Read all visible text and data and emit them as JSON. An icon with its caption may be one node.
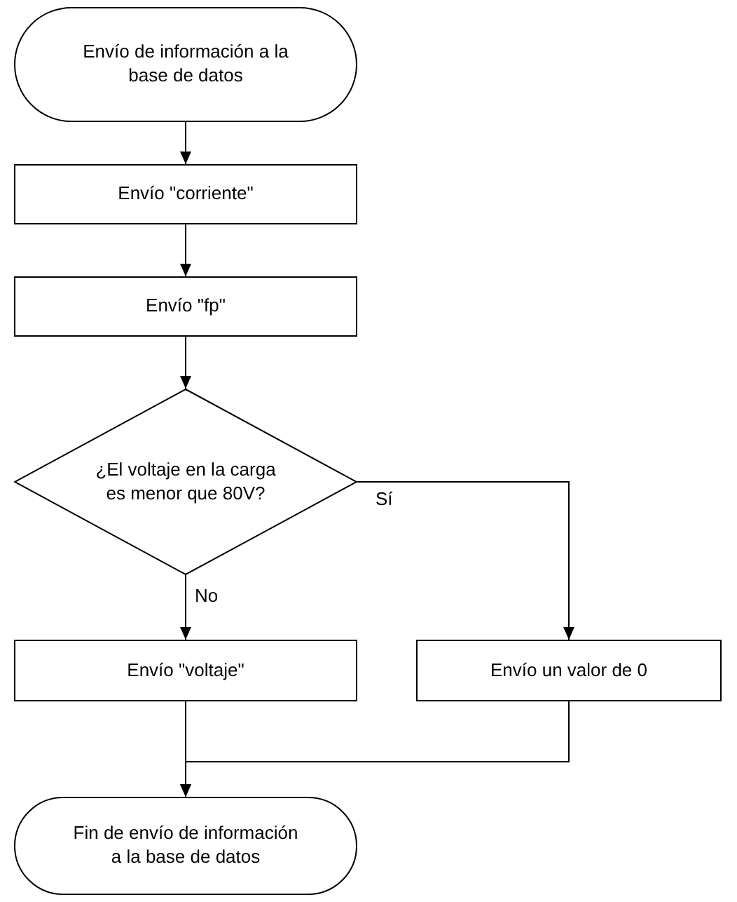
{
  "diagram": {
    "nodes": [
      {
        "text": [
          "Envío de información a la base de datos"
        ]
      },
      {
        "text": [
          "Envío \"corriente\""
        ]
      },
      {
        "text": [
          "Envío \"fp\""
        ]
      },
      {
        "text": [
          "¿El voltaje en la carga es menor que 80V?"
        ]
      },
      {
        "text": [
          "Envío \"voltaje\""
        ]
      },
      {
        "text": [
          "Envío un valor de 0"
        ]
      },
      {
        "text": [
          "Fin de envío de información a la base de datos"
        ]
      }
    ],
    "edges": [
      {
        "from": 0,
        "to": 1,
        "arrow": "to"
      },
      {
        "from": 1,
        "to": 2,
        "arrow": "to"
      },
      {
        "from": 2,
        "to": 3,
        "arrow": "to"
      },
      {
        "from": 3,
        "to": 5,
        "arrow": "to",
        "label": "Sí"
      },
      {
        "from": 3,
        "to": 4,
        "arrow": "to",
        "label": "No"
      },
      {
        "from": 4,
        "to": 6,
        "arrow": "to"
      },
      {
        "from": 5,
        "to": 6,
        "arrow": "to"
      }
    ]
  }
}
